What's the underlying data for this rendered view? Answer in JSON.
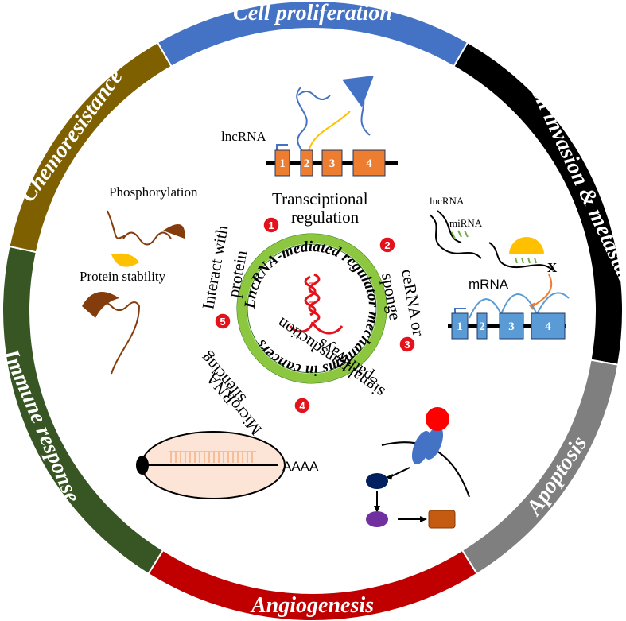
{
  "ring_segments": [
    {
      "label": "Cell proliferation",
      "color": "#4472c4"
    },
    {
      "label": "Cell invasion & metastasis",
      "color": "#000000"
    },
    {
      "label": "Apoptosis",
      "color": "#7f7f7f"
    },
    {
      "label": "Angiogenesis",
      "color": "#c00000"
    },
    {
      "label": "Immune response",
      "color": "#375623"
    },
    {
      "label": "Chemoresistance",
      "color": "#7f6000"
    }
  ],
  "center": {
    "title": "LncRNA-mediated regulator mechanisms in cancers"
  },
  "mechanisms": [
    {
      "num": "1",
      "label": "Transciptional regulation"
    },
    {
      "num": "2",
      "label": "ceRNA or sponge"
    },
    {
      "num": "3",
      "label": "signal transduction pathways"
    },
    {
      "num": "4",
      "label": "MicroRNA silencing"
    },
    {
      "num": "5",
      "label": "Interact with protein"
    }
  ],
  "panels": {
    "transcription": {
      "lncrna_label": "lncRNA",
      "exons": [
        "1",
        "2",
        "3",
        "4"
      ]
    },
    "cerna": {
      "lncrna_label": "lncRNA",
      "mirna_label": "miRNA",
      "mrna_label": "mRNA",
      "exons": [
        "1",
        "2",
        "3",
        "4"
      ]
    },
    "protein": {
      "phos_label": "Phosphorylation",
      "stability_label": "Protein stability"
    },
    "microrna": {
      "polya_label": "AAAA"
    }
  },
  "colors": {
    "green_ring": "#8dc63f",
    "badge": "#e3121b",
    "exon_orange": "#ed7d31",
    "exon_blue": "#5b9bd5",
    "rna_red": "#e3121b"
  }
}
